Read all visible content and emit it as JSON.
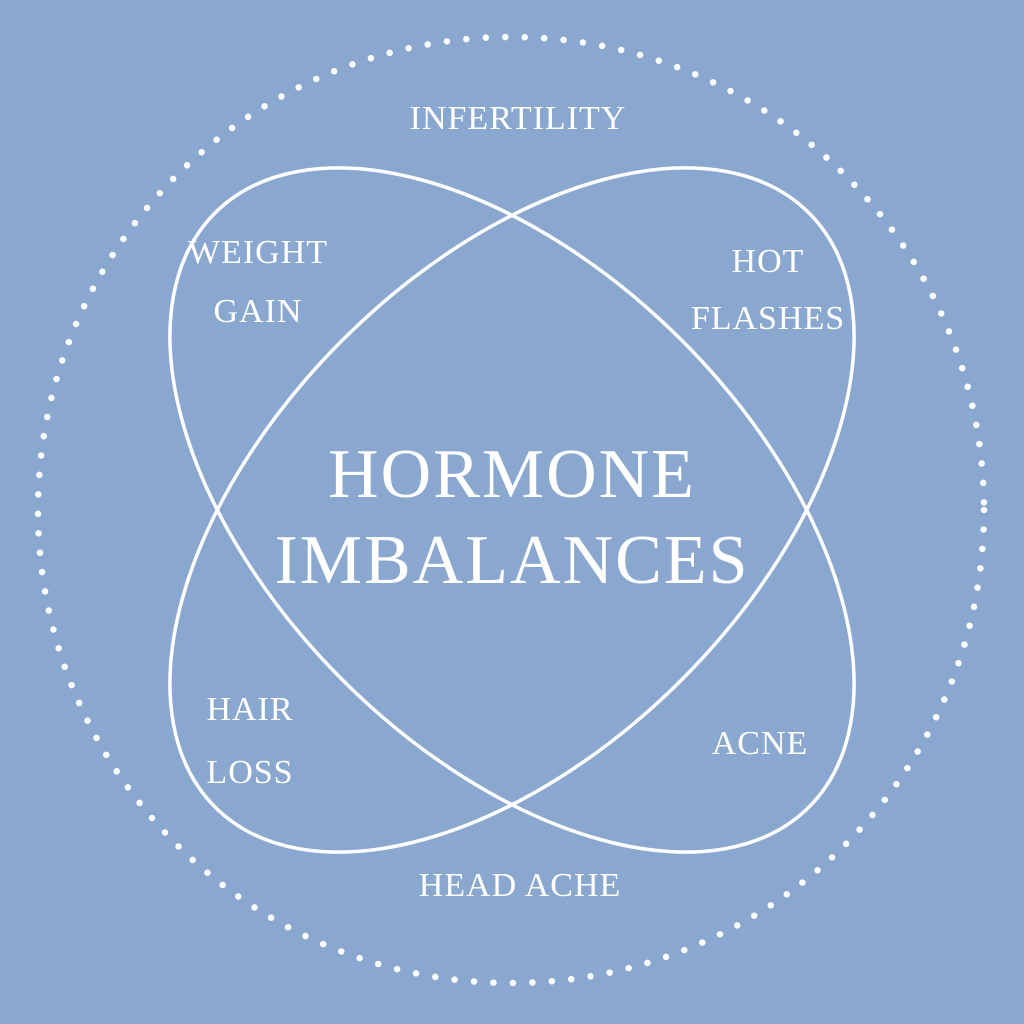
{
  "title": {
    "line1": "HORMONE",
    "line2": "IMBALANCES"
  },
  "symptoms": {
    "top": "INFERTILITY",
    "top_left": {
      "line1": "WEIGHT",
      "line2": "GAIN"
    },
    "top_right": {
      "line1": "HOT",
      "line2": "FLASHES"
    },
    "bottom_left": {
      "line1": "HAIR",
      "line2": "LOSS"
    },
    "bottom_right": "ACNE",
    "bottom": "HEAD ACHE"
  },
  "colors": {
    "background": "#8AA8CF",
    "foreground": "#FFFFFF"
  }
}
